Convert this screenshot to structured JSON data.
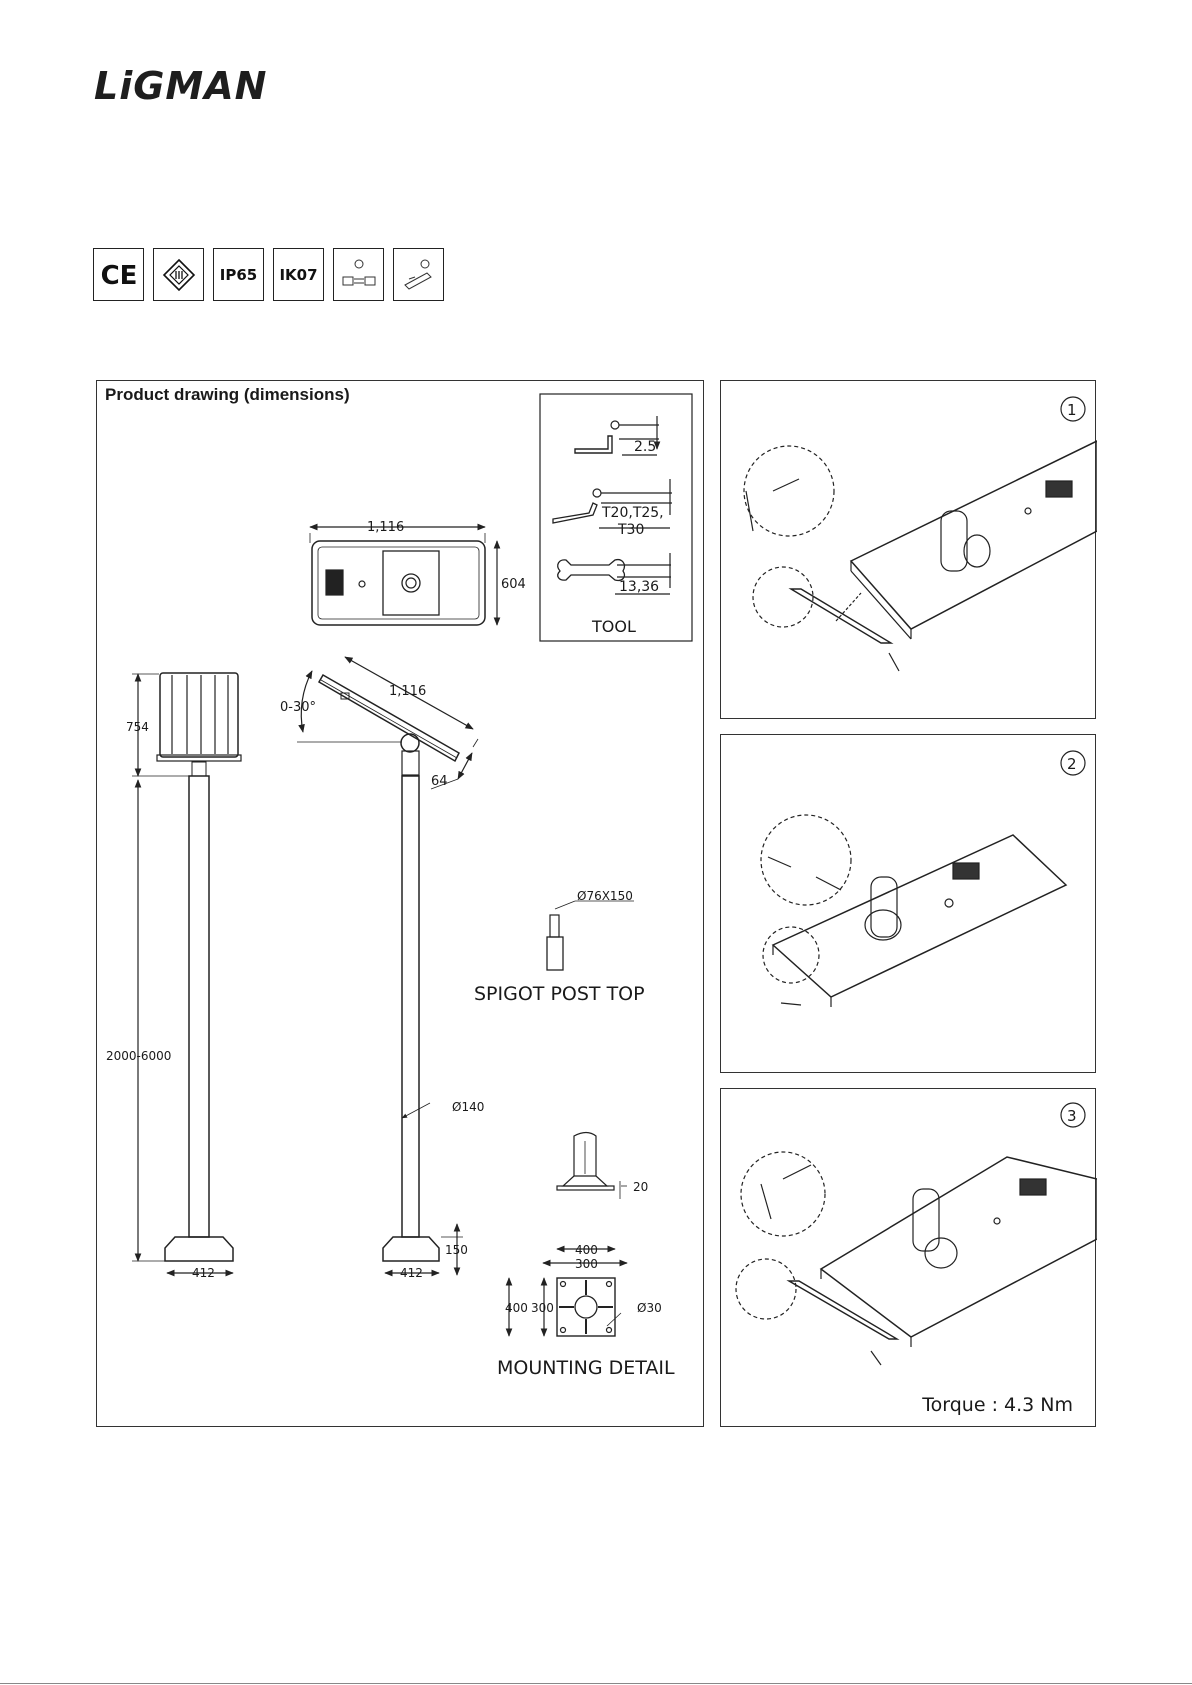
{
  "brand": {
    "logo_text": "LiGMAN"
  },
  "certifications": [
    {
      "name": "ce-mark-icon",
      "label": "CE"
    },
    {
      "name": "class-iii-icon",
      "label": ""
    },
    {
      "name": "ip-rating-badge",
      "label": "IP65"
    },
    {
      "name": "ik-rating-badge",
      "label": "IK07"
    },
    {
      "name": "installation-icon-1",
      "label": ""
    },
    {
      "name": "installation-icon-2",
      "label": ""
    }
  ],
  "drawing": {
    "title": "Product drawing (dimensions)",
    "tool": {
      "caption": "TOOL",
      "hex_key": "2.5",
      "torx_line1": "T20,T25,",
      "torx_line2": "T30",
      "wrench": "13,36"
    },
    "panel_width": "1,116",
    "panel_depth": "604",
    "tilt_range": "0-30°",
    "tilt_length": "1,116",
    "panel_thickness": "64",
    "head_height": "754",
    "pole_height": "2000-6000",
    "pole_diameter": "Ø140",
    "base_width_front": "412",
    "base_width_side": "412",
    "base_height": "150",
    "spigot_size": "Ø76X150",
    "spigot_caption": "SPIGOT POST TOP",
    "plate_thickness": "20",
    "plate_outer_width": "400",
    "plate_inner_width": "300",
    "plate_outer_height": "400",
    "plate_inner_height": "300",
    "hole_diameter": "Ø30",
    "mounting_caption": "MOUNTING DETAIL"
  },
  "steps": [
    {
      "number": "1"
    },
    {
      "number": "2"
    },
    {
      "number": "3",
      "torque": "Torque : 4.3 Nm"
    }
  ]
}
